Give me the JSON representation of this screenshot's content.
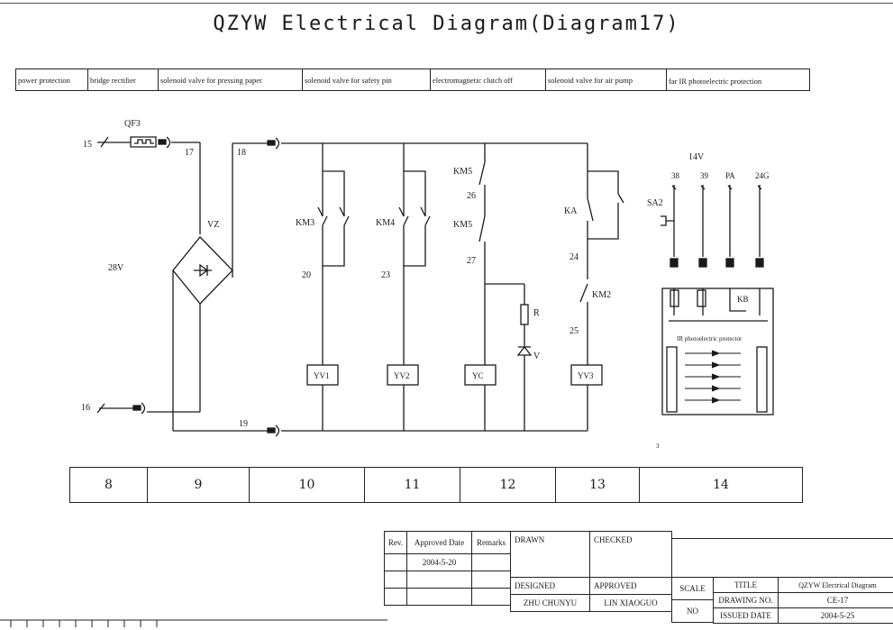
{
  "title": "QZYW Electrical Diagram(Diagram17)",
  "functions": [
    "power protection",
    "bridge rectifier",
    "solenoid valve for pressing paper",
    "solenoid valve for safety pin",
    "electromagnetic clutch off",
    "solenoid valve for air pump",
    "far IR photoelectric protection"
  ],
  "columns": [
    "8",
    "9",
    "10",
    "11",
    "12",
    "13",
    "14"
  ],
  "labels": {
    "qf3": "QF3",
    "n15": "15",
    "n16": "16",
    "n17": "17",
    "n18": "18",
    "n19": "19",
    "vz": "VZ",
    "v28": "28V",
    "km3": "KM3",
    "km4": "KM4",
    "km5a": "KM5",
    "km5b": "KM5",
    "n20": "20",
    "n23": "23",
    "n26": "26",
    "n27": "27",
    "ka": "KA",
    "n24": "24",
    "km2": "KM2",
    "n25": "25",
    "r": "R",
    "v": "V",
    "yv1": "YV1",
    "yv2": "YV2",
    "yc": "YC",
    "yv3": "YV3",
    "v14": "14V",
    "t38": "38",
    "t39": "39",
    "tpa": "PA",
    "t24g": "24G",
    "sa2": "SA2",
    "kb": "KB",
    "irp": "IR photoelectric protector",
    "stray": "3"
  },
  "title_block": {
    "rev": "Rev.",
    "approved_date_label": "Approved Date",
    "remarks": "Remarks",
    "approved_date": "2004-5-20",
    "drawn": "DRAWN",
    "checked": "CHECKED",
    "designed": "DESIGNED",
    "designed_by": "ZHU CHUNYU",
    "approved": "APPROVED",
    "approved_by": "LIN XIAOGUO",
    "scale": "SCALE",
    "scale_value": "NO",
    "title_label": "TITLE",
    "title_value": "QZYW Electrical Diagram",
    "drawing_no_label": "DRAWING NO.",
    "drawing_no": "CE-17",
    "issued_date_label": "ISSUED DATE",
    "issued_date": "2004-5-25"
  }
}
